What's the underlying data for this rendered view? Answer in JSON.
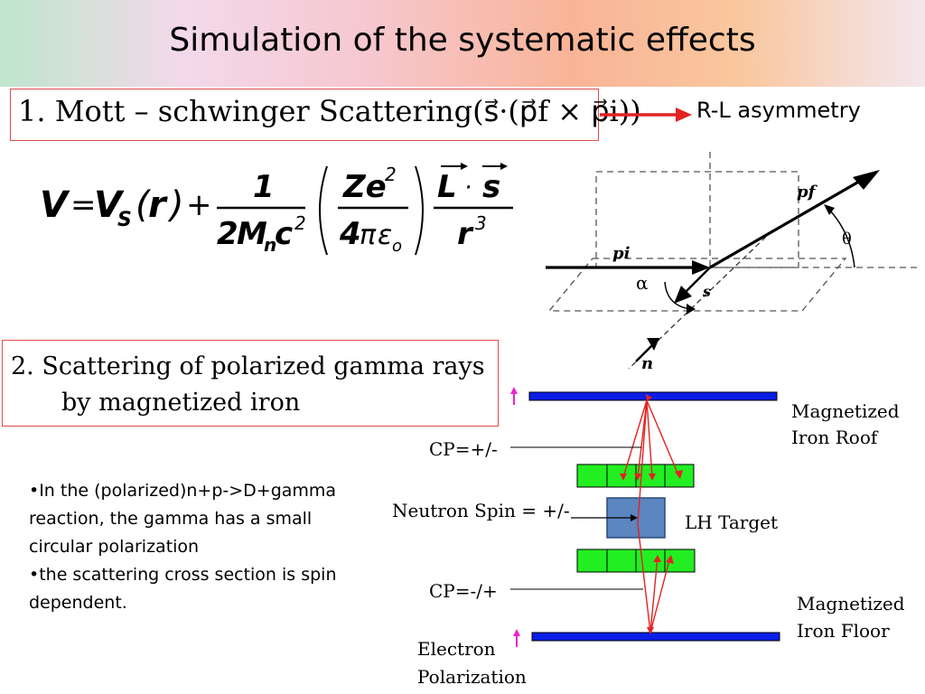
{
  "slide": {
    "title": "Simulation of the systematic effects"
  },
  "section1": {
    "formula_text": "1. Mott – schwinger Scattering(s⃗·(p⃗f × p⃗i))",
    "arrow_target": "R-L asymmetry",
    "potential_equation": "V = VS(r) + 1/(2Mnc²) (Ze²/(4πεo)) (L·s)/r³"
  },
  "scatter_diagram": {
    "labels": [
      "pf",
      "pi",
      "θ",
      "α",
      "s",
      "n"
    ]
  },
  "section2": {
    "line1": "2.  Scattering of polarized gamma rays",
    "line2": "by magnetized iron"
  },
  "bullets": [
    "•In the (polarized)n+p->D+gamma reaction, the gamma has a small circular polarization",
    "•the scattering cross section is spin dependent."
  ],
  "setup_diagram": {
    "roof_label": [
      "Magnetized",
      "Iron Roof"
    ],
    "floor_label": [
      "Magnetized",
      "Iron Floor"
    ],
    "cp_top": "CP=+/-",
    "cp_bottom": "CP=-/+",
    "neutron_spin": "Neutron Spin = +/-",
    "target": "LH Target",
    "electron_pol": [
      "Electron",
      "Polarization"
    ]
  },
  "colors": {
    "box_border": "#e04a4a",
    "arrow_red": "#e32222",
    "iron_blue": "#0a1ee6",
    "detector_green": "#22ee22",
    "target_blue": "#5b86c0",
    "magenta_arrow": "#ee22cc"
  }
}
